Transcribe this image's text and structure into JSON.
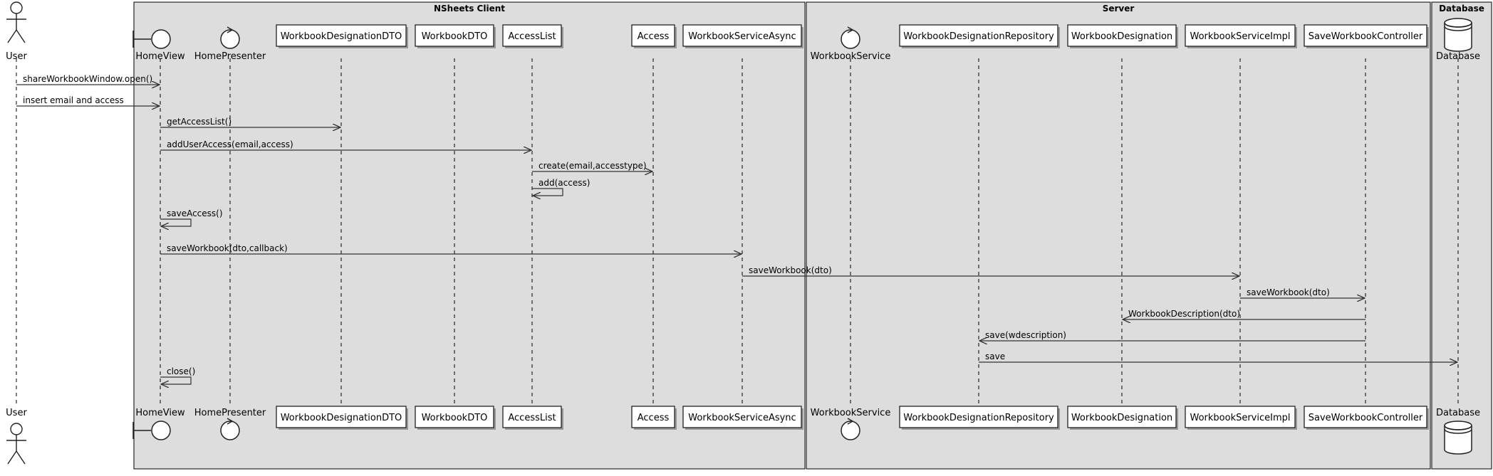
{
  "boxes": [
    {
      "id": "client",
      "title": "NSheets Client"
    },
    {
      "id": "server",
      "title": "Server"
    },
    {
      "id": "database",
      "title": "Database"
    }
  ],
  "participants": [
    {
      "id": "user",
      "label": "User",
      "kind": "actor",
      "box": null
    },
    {
      "id": "homeview",
      "label": "HomeView",
      "kind": "boundary",
      "box": "client"
    },
    {
      "id": "homepresenter",
      "label": "HomePresenter",
      "kind": "control",
      "box": "client"
    },
    {
      "id": "wddto",
      "label": "WorkbookDesignationDTO",
      "kind": "participant",
      "box": "client"
    },
    {
      "id": "wdto",
      "label": "WorkbookDTO",
      "kind": "participant",
      "box": "client"
    },
    {
      "id": "accesslist",
      "label": "AccessList",
      "kind": "participant",
      "box": "client"
    },
    {
      "id": "access",
      "label": "Access",
      "kind": "participant",
      "box": "client"
    },
    {
      "id": "wsasync",
      "label": "WorkbookServiceAsync",
      "kind": "participant",
      "box": "client"
    },
    {
      "id": "wservice",
      "label": "WorkbookService",
      "kind": "control",
      "box": "server"
    },
    {
      "id": "wdrepo",
      "label": "WorkbookDesignationRepository",
      "kind": "participant",
      "box": "server"
    },
    {
      "id": "wdesig",
      "label": "WorkbookDesignation",
      "kind": "participant",
      "box": "server"
    },
    {
      "id": "wsimpl",
      "label": "WorkbookServiceImpl",
      "kind": "participant",
      "box": "server"
    },
    {
      "id": "swctrl",
      "label": "SaveWorkbookController",
      "kind": "participant",
      "box": "server"
    },
    {
      "id": "db",
      "label": "Database",
      "kind": "database",
      "box": "database"
    }
  ],
  "messages": [
    {
      "from": "user",
      "to": "homeview",
      "label": "shareWorkbookWindow.open()"
    },
    {
      "from": "user",
      "to": "homeview",
      "label": "insert email and access"
    },
    {
      "from": "homeview",
      "to": "wddto",
      "label": "getAccessList()"
    },
    {
      "from": "homeview",
      "to": "accesslist",
      "label": "addUserAccess(email,access)"
    },
    {
      "from": "accesslist",
      "to": "access",
      "label": "create(email,accesstype)"
    },
    {
      "from": "accesslist",
      "to": "accesslist",
      "label": "add(access)"
    },
    {
      "from": "homeview",
      "to": "homeview",
      "label": "saveAccess()"
    },
    {
      "from": "homeview",
      "to": "wsasync",
      "label": "saveWorkbook(dto,callback)"
    },
    {
      "from": "wsasync",
      "to": "wsimpl",
      "label": "saveWorkbook(dto)"
    },
    {
      "from": "wsimpl",
      "to": "swctrl",
      "label": "saveWorkbook(dto)"
    },
    {
      "from": "swctrl",
      "to": "wdesig",
      "label": "WorkbookDescription(dto)"
    },
    {
      "from": "swctrl",
      "to": "wdrepo",
      "label": "save(wdescription)"
    },
    {
      "from": "wdrepo",
      "to": "db",
      "label": "save"
    },
    {
      "from": "homeview",
      "to": "homeview",
      "label": "close()"
    }
  ]
}
